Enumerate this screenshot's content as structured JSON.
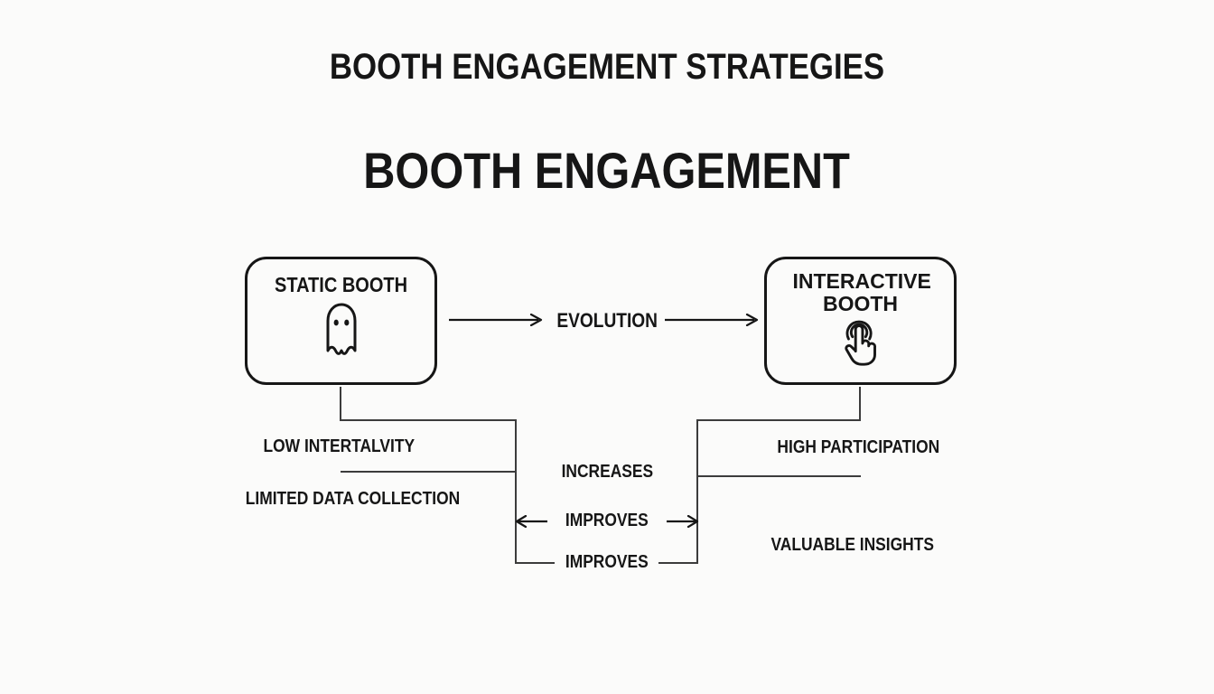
{
  "header": {
    "kicker": "BOOTH ENGAGEMENT STRATEGIES",
    "title": "BOOTH ENGAGEMENT"
  },
  "diagram": {
    "boxes": [
      {
        "id": "static",
        "label": "STATIC BOOTH",
        "icon": "ghost-icon"
      },
      {
        "id": "interactive",
        "label": "INTERACTIVE BOOTH",
        "icon": "tap-icon"
      }
    ],
    "transition_label": "EVOLUTION",
    "left_features": [
      "LOW INTERTALVITY",
      "LIMITED DATA COLLECTION"
    ],
    "right_features": [
      "HIGH PARTICIPATION",
      "VALUABLE INSIGHTS"
    ],
    "relations": {
      "increases": "INCREASES",
      "improves_arrows": "IMPROVES",
      "improves_bottom": "IMPROVES"
    }
  },
  "colors": {
    "ink": "#161616",
    "connector": "#3c3c3c",
    "background": "#fbfbfa"
  }
}
